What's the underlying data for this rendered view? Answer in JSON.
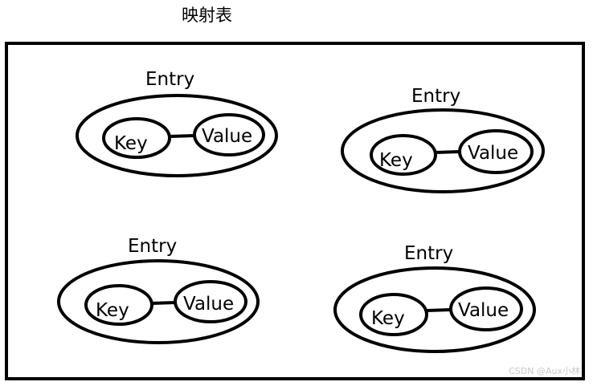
{
  "title": "映射表",
  "entries": [
    {
      "label": "Entry",
      "key": "Key",
      "value": "Value"
    },
    {
      "label": "Entry",
      "key": "Key",
      "value": "Value"
    },
    {
      "label": "Entry",
      "key": "Key",
      "value": "Value"
    },
    {
      "label": "Entry",
      "key": "Key",
      "value": "Value"
    }
  ],
  "watermark": "CSDN @Aux小林"
}
